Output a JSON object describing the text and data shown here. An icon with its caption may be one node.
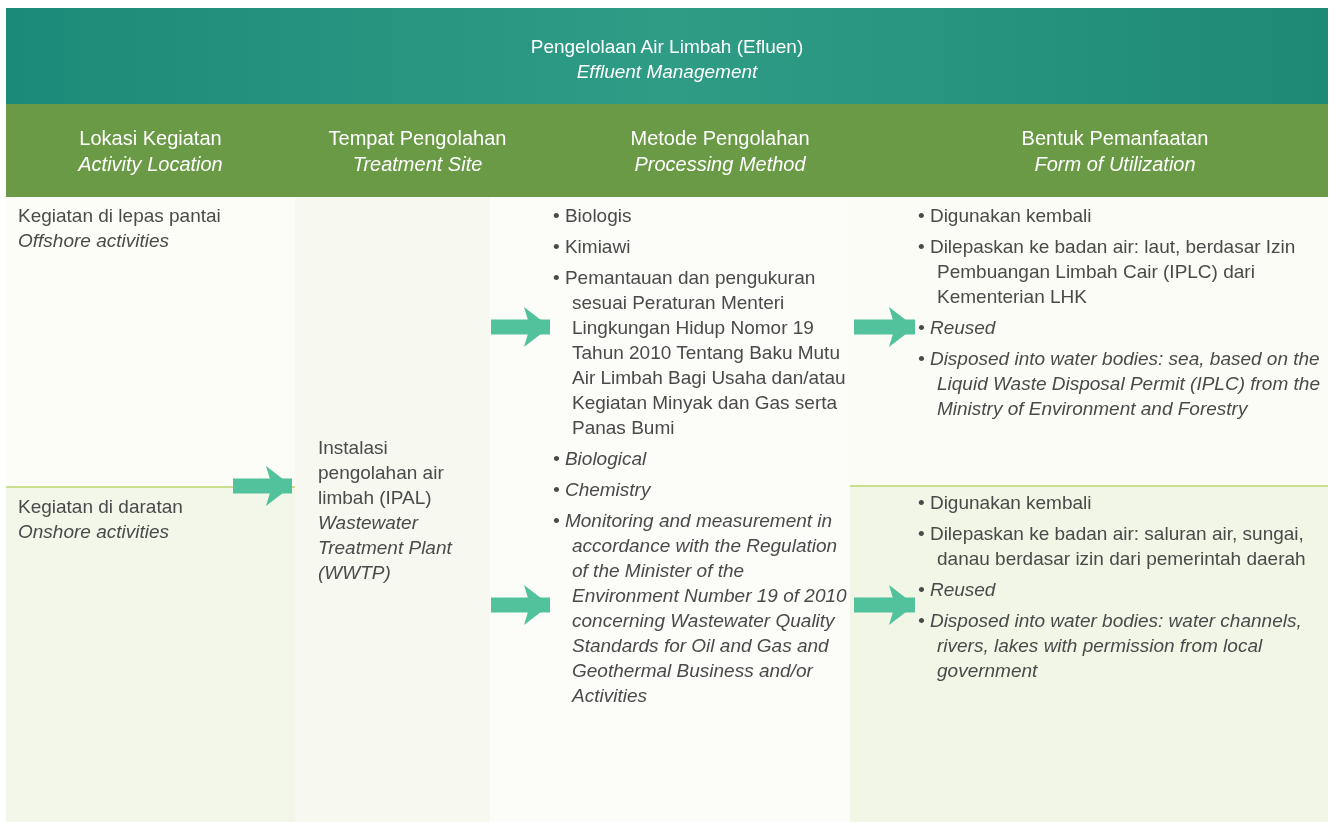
{
  "diagram": {
    "title": "Pengelolaan Air Limbah (Efluen) *Effluent Management*",
    "nodes": [
      {
        "text": [
          "Kegiatan di lepas pantai",
          "Offshore activities"
        ]
      },
      {
        "text": [
          "Kegiatan di daratan",
          "Onshore activities"
        ]
      },
      {
        "text": [
          "Instalasi pengolahan air limbah (IPAL)",
          "Wastewater Treatment Plant (WWTP)"
        ]
      },
      {
        "text": [
          "• Biologis",
          "• Kimiawi",
          "• Pemantauan dan pengukuran sesuai Peraturan Menteri Lingkungan Hidup Nomor 19 Tahun 2010 Tentang Baku Mutu Air Limbah Bagi Usaha dan/atau Kegiatan Minyak dan Gas serta Panas Bumi",
          "• Biological",
          "• Chemistry",
          "• Monitoring and measurement in accordance with the Regulation of the Minister of the Environment Number 19 of 2010 concerning Wastewater Quality Standards for Oil and Gas and Geothermal Business and/or Activities"
        ]
      },
      {
        "text": [
          "• Digunakan kembali",
          "• Dilepaskan ke badan air: laut, berdasar Izin Pembuangan Limbah Cair (IPLC) dari Kementerian LHK",
          "• Reused",
          "• Disposed into water bodies: sea, based on the Liquid Waste Disposal Permit (IPLC) from the Ministry of Environment and Forestry"
        ]
      },
      {
        "text": [
          "• Digunakan kembali",
          "• Dilepaskan ke badan air: saluran air, sungai, danau berdasar izin dari pemerintah daerah",
          "• Reused",
          "• Disposed into water bodies: water channels, rivers, lakes with permission from local government"
        ]
      }
    ],
    "edges": [
      {
        "from": 0,
        "to": 2,
        "arrow": "to"
      },
      {
        "from": 1,
        "to": 2,
        "arrow": "to"
      },
      {
        "from": 2,
        "to": 3,
        "arrow": "to"
      },
      {
        "from": 2,
        "to": 3,
        "arrow": "to"
      },
      {
        "from": 3,
        "to": 4,
        "arrow": "to"
      },
      {
        "from": 3,
        "to": 5,
        "arrow": "to"
      }
    ],
    "labels": [
      "Lokasi Kegiatan *Activity Location*",
      "Tempat Pengolahan *Treatment Site*",
      "Metode Pengolahan *Processing Method*",
      "Bentuk Pemanfaatan *Form of Utilization*"
    ]
  }
}
